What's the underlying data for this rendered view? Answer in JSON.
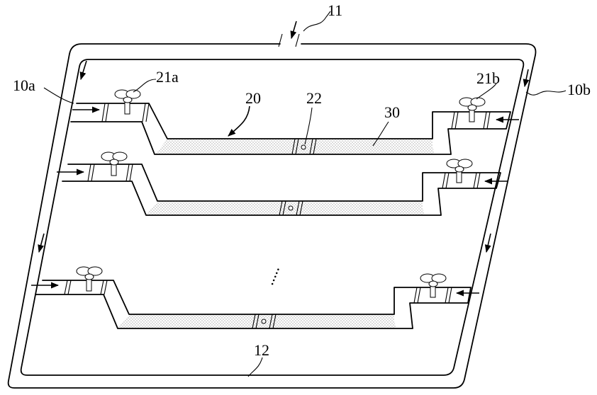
{
  "labels": {
    "inlet": "11",
    "outlet": "12",
    "left_manifold": "10a",
    "right_manifold": "10b",
    "channel": "20",
    "left_valve": "21a",
    "right_valve": "21b",
    "center_element": "22",
    "coating": "30",
    "ellipsis": "....."
  },
  "colors": {
    "line": "#000000",
    "coating_dots": "#555555",
    "background": "#ffffff"
  }
}
